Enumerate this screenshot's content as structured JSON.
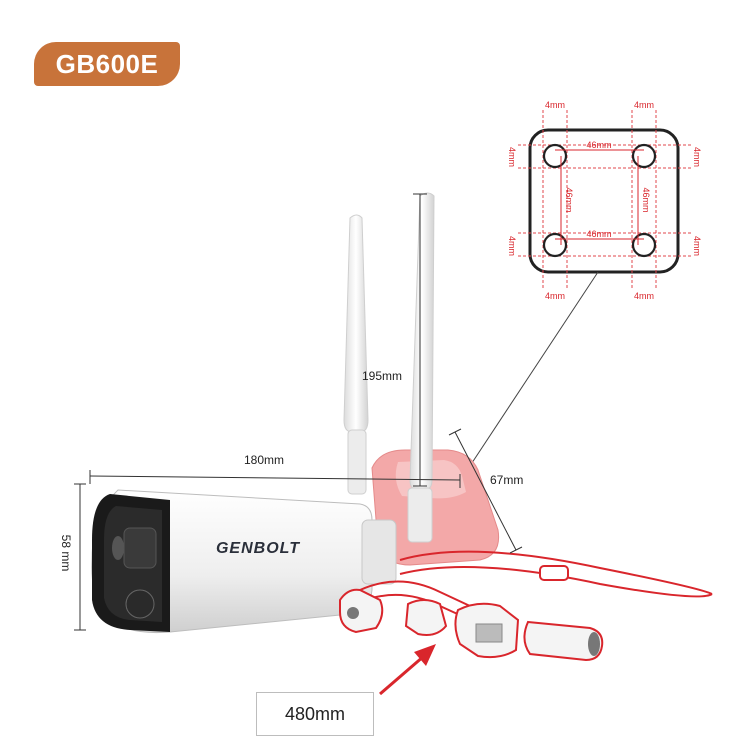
{
  "badge": {
    "model": "GB600E"
  },
  "brand": {
    "logo_text": "GENBOLT"
  },
  "dimensions": {
    "antenna_height": "195mm",
    "body_length": "180mm",
    "body_height": "58 mm",
    "mount_depth": "67mm",
    "cable_length": "480mm"
  },
  "mount_plate": {
    "hole_size_labels": [
      "4mm",
      "4mm",
      "4mm",
      "4mm",
      "4mm",
      "4mm",
      "4mm",
      "4mm"
    ],
    "hole_spacing_horizontal_top": "46mm",
    "hole_spacing_horizontal_bottom": "46mm",
    "hole_spacing_vertical_left": "46mm",
    "hole_spacing_vertical_right": "46mm"
  },
  "colors": {
    "badge": "#c8733a",
    "callout_red": "#d9262c",
    "dimension_line": "#333333",
    "camera_body": "#f2f2f2",
    "mount_pink": "#f3a8a8"
  }
}
